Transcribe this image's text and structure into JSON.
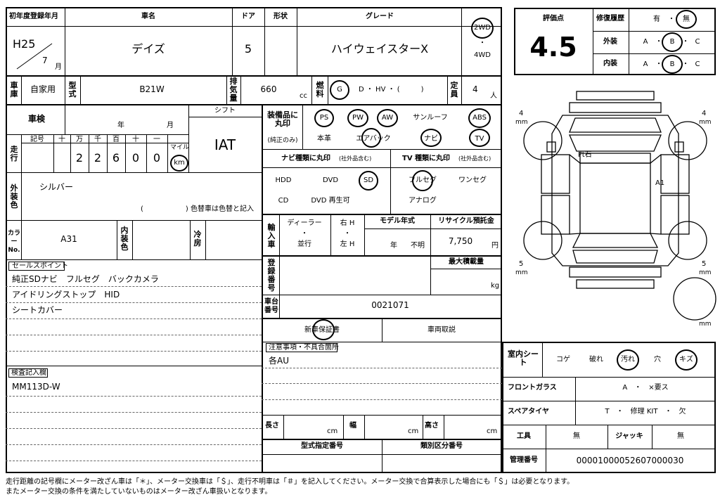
{
  "registration": {
    "label": "初年度登録年月",
    "era_year": "H25",
    "month": "7",
    "month_unit": "月"
  },
  "car_name": {
    "label": "車名",
    "value": "デイズ"
  },
  "doors": {
    "label": "ドア",
    "value": "5"
  },
  "body_type": {
    "label": "形状",
    "value": ""
  },
  "grade": {
    "label": "グレード",
    "value": "ハイウェイスターX",
    "drive_2wd": "2WD",
    "drive_4wd": "4WD",
    "sep": "・"
  },
  "use": {
    "label": "車庫",
    "value": "自家用"
  },
  "model": {
    "label": "型式",
    "value": "B21W"
  },
  "displacement": {
    "label": "排気量",
    "value": "660",
    "unit": "cc"
  },
  "fuel": {
    "label": "燃料",
    "opt_g": "G",
    "rest": "D ・ HV ・ (　　　)"
  },
  "capacity": {
    "label": "定員",
    "value": "4",
    "unit": "人"
  },
  "shaken": {
    "label": "車検",
    "year_unit": "年",
    "month_unit": "月"
  },
  "shift": {
    "label": "シフト",
    "value": "IAT"
  },
  "mileage": {
    "label": "走行",
    "sign_label": "記号",
    "units": [
      "十",
      "万",
      "千",
      "百",
      "十",
      "一"
    ],
    "digits": [
      "",
      "2",
      "2",
      "6",
      "0",
      "0"
    ],
    "unit_label": "マイル",
    "km": "km"
  },
  "exterior_color": {
    "label": "外装色",
    "value": "シルバー",
    "note": "(　　　　　　) 色替車は色替と記入"
  },
  "color_no": {
    "label": "カラーNo.",
    "value": "A31"
  },
  "interior_color": {
    "label": "内装色"
  },
  "aircon": {
    "label": "冷房"
  },
  "equipment": {
    "label": "装備品に丸印",
    "sub": "(純正のみ)",
    "items": [
      {
        "t": "PS",
        "c": true
      },
      {
        "t": "PW",
        "c": true
      },
      {
        "t": "AW",
        "c": true
      },
      {
        "t": "サンルーフ",
        "c": false
      },
      {
        "t": "ABS",
        "c": true
      },
      {
        "t": "本革",
        "c": false
      },
      {
        "t": "エアバック",
        "c": true
      },
      {
        "t": "ナビ",
        "c": true
      },
      {
        "t": "TV",
        "c": true
      }
    ]
  },
  "navi": {
    "label": "ナビ種類に丸印",
    "sub": "(社外品含む)",
    "items": [
      {
        "t": "HDD",
        "c": false
      },
      {
        "t": "DVD",
        "c": false
      },
      {
        "t": "SD",
        "c": true
      },
      {
        "t": "CD",
        "c": false
      },
      {
        "t": "DVD 再生可",
        "c": false
      }
    ]
  },
  "tv": {
    "label": "TV 種類に丸印",
    "sub": "(社外品含む)",
    "items": [
      {
        "t": "フルセグ",
        "c": true
      },
      {
        "t": "ワンセグ",
        "c": false
      },
      {
        "t": "アナログ",
        "c": false
      }
    ]
  },
  "import": {
    "label": "輸入車",
    "dealer": "ディーラー",
    "parallel": "並行",
    "dot": "・"
  },
  "steering": {
    "right": "右 H",
    "left": "左 H",
    "dot": "・"
  },
  "model_year": {
    "label": "モデル年式",
    "year_unit": "年",
    "unknown": "不明"
  },
  "recycle": {
    "label": "リサイクル預託金",
    "value": "7,750",
    "unit": "円"
  },
  "reg_no": {
    "label": "登録番号"
  },
  "max_load": {
    "label": "最大積載量",
    "unit": "kg"
  },
  "chassis": {
    "label": "車台番号",
    "value": "0021071"
  },
  "warranty": {
    "label": "新車保証書",
    "circled": true
  },
  "manual": {
    "label": "車両取説"
  },
  "notes": {
    "label": "注意事項・不具合箇所",
    "value": "各AU"
  },
  "sales": {
    "label": "セールスポイント",
    "lines": [
      "純正SDナビ　フルセグ　バックカメラ",
      "アイドリングストップ　HID",
      "シートカバー"
    ]
  },
  "inspection": {
    "label": "検査記入欄",
    "value": "MM113D-W"
  },
  "dims": {
    "length": "長さ",
    "width": "幅",
    "height": "高さ",
    "unit": "cm"
  },
  "type_no": {
    "label": "型式指定番号"
  },
  "class_no": {
    "label": "類別区分番号"
  },
  "rating": {
    "label": "評価点",
    "value": "4.5"
  },
  "repair": {
    "label": "修復履歴",
    "yes": "有",
    "no": "無",
    "dot": "・"
  },
  "exterior_grade": {
    "label": "外装",
    "a": "A",
    "b": "B",
    "c": "C",
    "dot": "・"
  },
  "interior_grade": {
    "label": "内装",
    "a": "A",
    "b": "B",
    "c": "C",
    "dot": "・"
  },
  "diagram": {
    "marks": [
      {
        "t": "Ft石"
      },
      {
        "t": "A1"
      }
    ],
    "labels": [
      "4",
      "4",
      "5",
      "5",
      "mm"
    ]
  },
  "seat": {
    "label": "室内シート",
    "items": [
      {
        "t": "コゲ",
        "c": false
      },
      {
        "t": "破れ",
        "c": false
      },
      {
        "t": "汚れ",
        "c": true
      },
      {
        "t": "穴",
        "c": false
      },
      {
        "t": "キズ",
        "c": true
      }
    ]
  },
  "glass": {
    "label": "フロントガラス",
    "value": "A　・　×要ス"
  },
  "spare": {
    "label": "スペアタイヤ",
    "value": "T　・　修理 KIT　・　欠"
  },
  "tools": {
    "label": "工具",
    "value": "無"
  },
  "jack": {
    "label": "ジャッキ",
    "value": "無"
  },
  "mgmt": {
    "label": "管理番号",
    "value": "00001000052607000030"
  },
  "footer": {
    "line1": "走行距離の記号欄にメーター改ざん車は「＊」、メーター交換車は「＄」、走行不明車は「＃」を記入してください。メーター交換で合算表示した場合にも「＄」は必要となります。",
    "line2": "またメーター交換の条件を満たしていないものはメーター改ざん車扱いとなります。"
  }
}
